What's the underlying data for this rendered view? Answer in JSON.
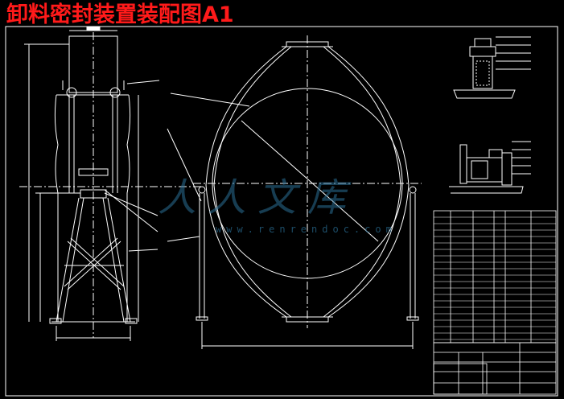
{
  "title": "卸料密封装置装配图A1",
  "watermark": {
    "text": "人人文库",
    "url": "www.renrendoc.com",
    "color": "#2a6f96"
  },
  "title_block": {
    "company": "",
    "drawing_name": "",
    "drawing_number": ""
  },
  "colors": {
    "background": "#000000",
    "lines": "#ffffff",
    "title": "#ff1a1a"
  }
}
